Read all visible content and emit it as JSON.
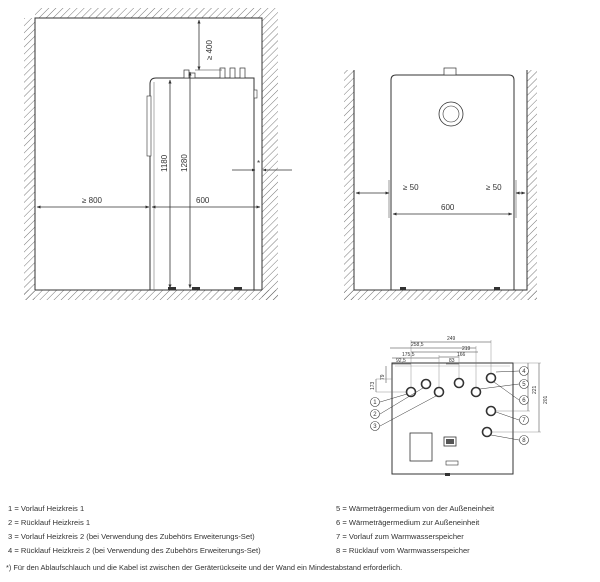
{
  "drawing": {
    "left_view": {
      "dim_clearance_top": "≥ 400",
      "dim_height_a": "1180",
      "dim_height_b": "1280",
      "dim_clearance_side": "≥ 800",
      "dim_width": "600",
      "marker_rear": "*"
    },
    "right_view": {
      "dim_clearance_left": "≥ 50",
      "dim_clearance_right": "≥ 50",
      "dim_width": "600"
    },
    "connection_view": {
      "dims": [
        "249",
        "258,5",
        "219",
        "175,5",
        "166",
        "92,5",
        "83",
        "173",
        "79",
        "221",
        "201"
      ],
      "callouts": [
        "1",
        "2",
        "3",
        "4",
        "5",
        "6",
        "7",
        "8"
      ]
    }
  },
  "legend": {
    "left": [
      "1 = Vorlauf Heizkreis 1",
      "2 = Rücklauf Heizkreis 1",
      "3 = Vorlauf Heizkreis 2 (bei Verwendung des Zubehörs Erweiterungs-Set)",
      "4 = Rücklauf Heizkreis 2 (bei Verwendung des Zubehörs Erweiterungs-Set)"
    ],
    "right": [
      "5 = Wärmeträgermedium von der Außeneinheit",
      "6 = Wärmeträgermedium zur Außeneinheit",
      "7 = Vorlauf zum Warmwasserspeicher",
      "8 = Rücklauf vom Warmwasserspeicher"
    ]
  },
  "footnote": "*) Für den Ablaufschlauch und die Kabel ist zwischen der Geräterückseite und der Wand ein Mindestabstand erforderlich."
}
